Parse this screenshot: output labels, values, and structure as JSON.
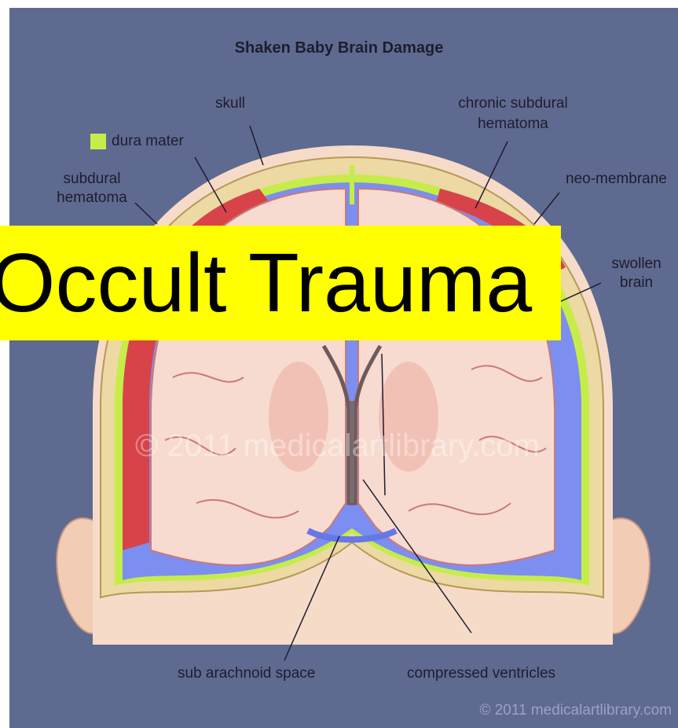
{
  "title": "Shaken Baby Brain Damage",
  "banner_text": "Occult Trauma",
  "legend": {
    "label": "dura mater",
    "color": "#c6ec4a"
  },
  "labels": {
    "skull": "skull",
    "chronic_subdural_hematoma_1": "chronic subdural",
    "chronic_subdural_hematoma_2": "hematoma",
    "subdural_hematoma_1": "subdural",
    "subdural_hematoma_2": "hematoma",
    "neo_membrane": "neo-membrane",
    "swollen_brain_1": "swollen",
    "swollen_brain_2": "brain",
    "sub_arachnoid_space": "sub arachnoid space",
    "compressed_ventricles": "compressed ventricles"
  },
  "watermark": "© 2011 medicalartlibrary.com",
  "colors": {
    "background": "#5f6a90",
    "skull": "#ecd9a4",
    "dura": "#c6ec4a",
    "hematoma": "#d8434a",
    "brain": "#f7dbd0",
    "csf": "#7c8ef0",
    "banner": "#ffff00"
  }
}
